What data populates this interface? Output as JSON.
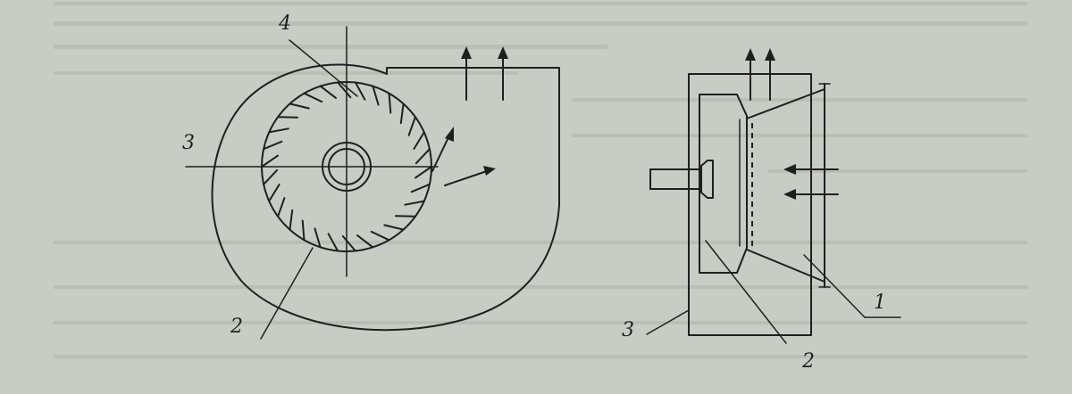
{
  "diagram": {
    "front_view": {
      "labels": {
        "shaft_axis": "3",
        "blades": "4",
        "impeller": "2"
      },
      "blade_count": 30
    },
    "side_view": {
      "labels": {
        "inlet_cone": "1",
        "impeller": "2",
        "casing": "3"
      }
    },
    "colors": {
      "paper": "#c9ccc4",
      "ink": "#1f1f1f"
    }
  }
}
